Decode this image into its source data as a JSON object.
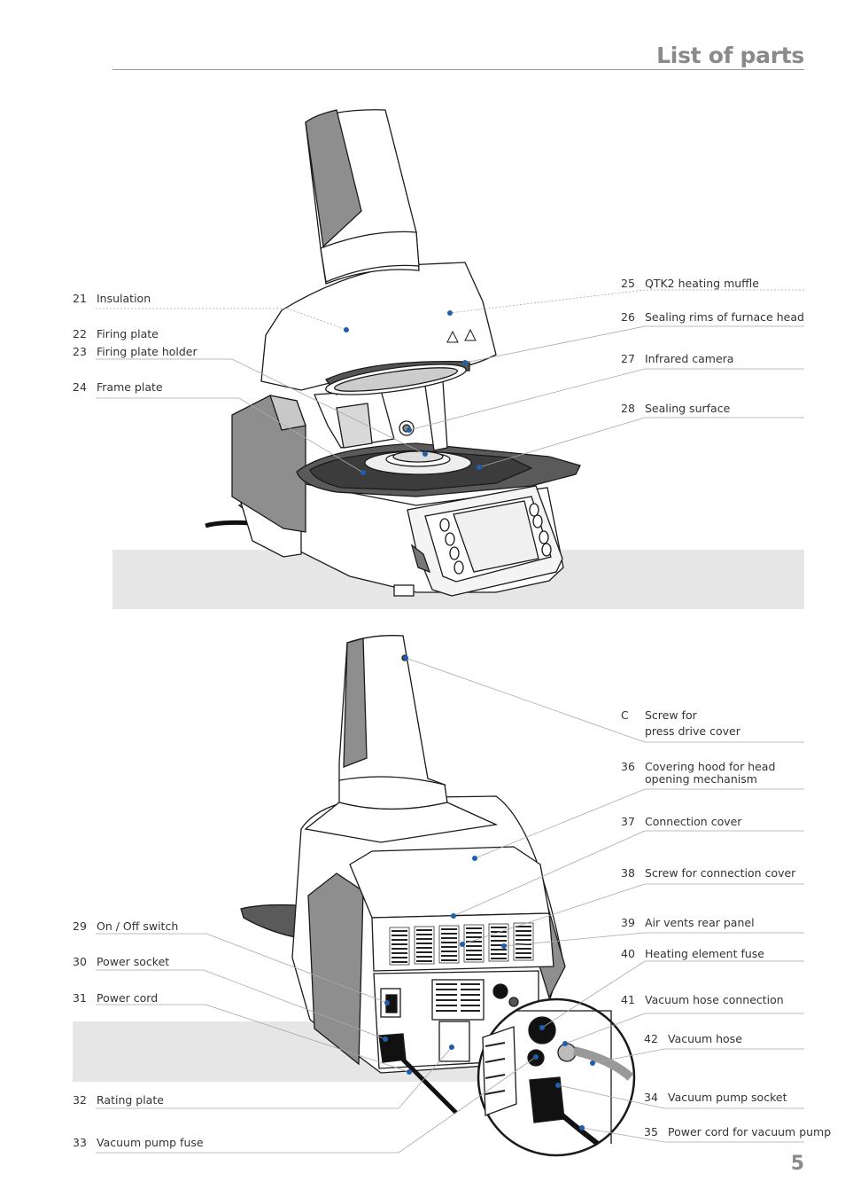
{
  "header": {
    "title": "List of parts"
  },
  "page_number": "5",
  "colors": {
    "accent_dot": "#1d5fa8",
    "title_gray": "#8a8a8a",
    "floor_gray": "#e6e6e6"
  },
  "top_figure": {
    "left_labels": [
      {
        "num": "21",
        "text": "Insulation"
      },
      {
        "num": "22",
        "text": "Firing plate"
      },
      {
        "num": "23",
        "text": "Firing plate holder"
      },
      {
        "num": "24",
        "text": "Frame plate"
      }
    ],
    "right_labels": [
      {
        "num": "25",
        "text": "QTK2 heating muffle"
      },
      {
        "num": "26",
        "text": "Sealing rims of furnace head"
      },
      {
        "num": "27",
        "text": "Infrared camera"
      },
      {
        "num": "28",
        "text": "Sealing surface"
      }
    ]
  },
  "bottom_figure": {
    "left_labels": [
      {
        "num": "29",
        "text": "On / Off switch"
      },
      {
        "num": "30",
        "text": "Power socket"
      },
      {
        "num": "31",
        "text": "Power cord"
      },
      {
        "num": "32",
        "text": "Rating plate"
      },
      {
        "num": "33",
        "text": "Vacuum pump fuse"
      }
    ],
    "right_labels": [
      {
        "num": "C",
        "text": "Screw for",
        "text2": "press drive cover"
      },
      {
        "num": "36",
        "text": "Covering hood for head",
        "text2": "opening mechanism"
      },
      {
        "num": "37",
        "text": "Connection cover"
      },
      {
        "num": "38",
        "text": "Screw for connection cover"
      },
      {
        "num": "39",
        "text": "Air vents rear panel"
      },
      {
        "num": "40",
        "text": "Heating element fuse"
      },
      {
        "num": "41",
        "text": "Vacuum hose connection"
      },
      {
        "num": "42",
        "text": "Vacuum hose"
      },
      {
        "num": "34",
        "text": "Vacuum pump socket"
      },
      {
        "num": "35",
        "text": "Power cord for vacuum pump"
      }
    ]
  }
}
